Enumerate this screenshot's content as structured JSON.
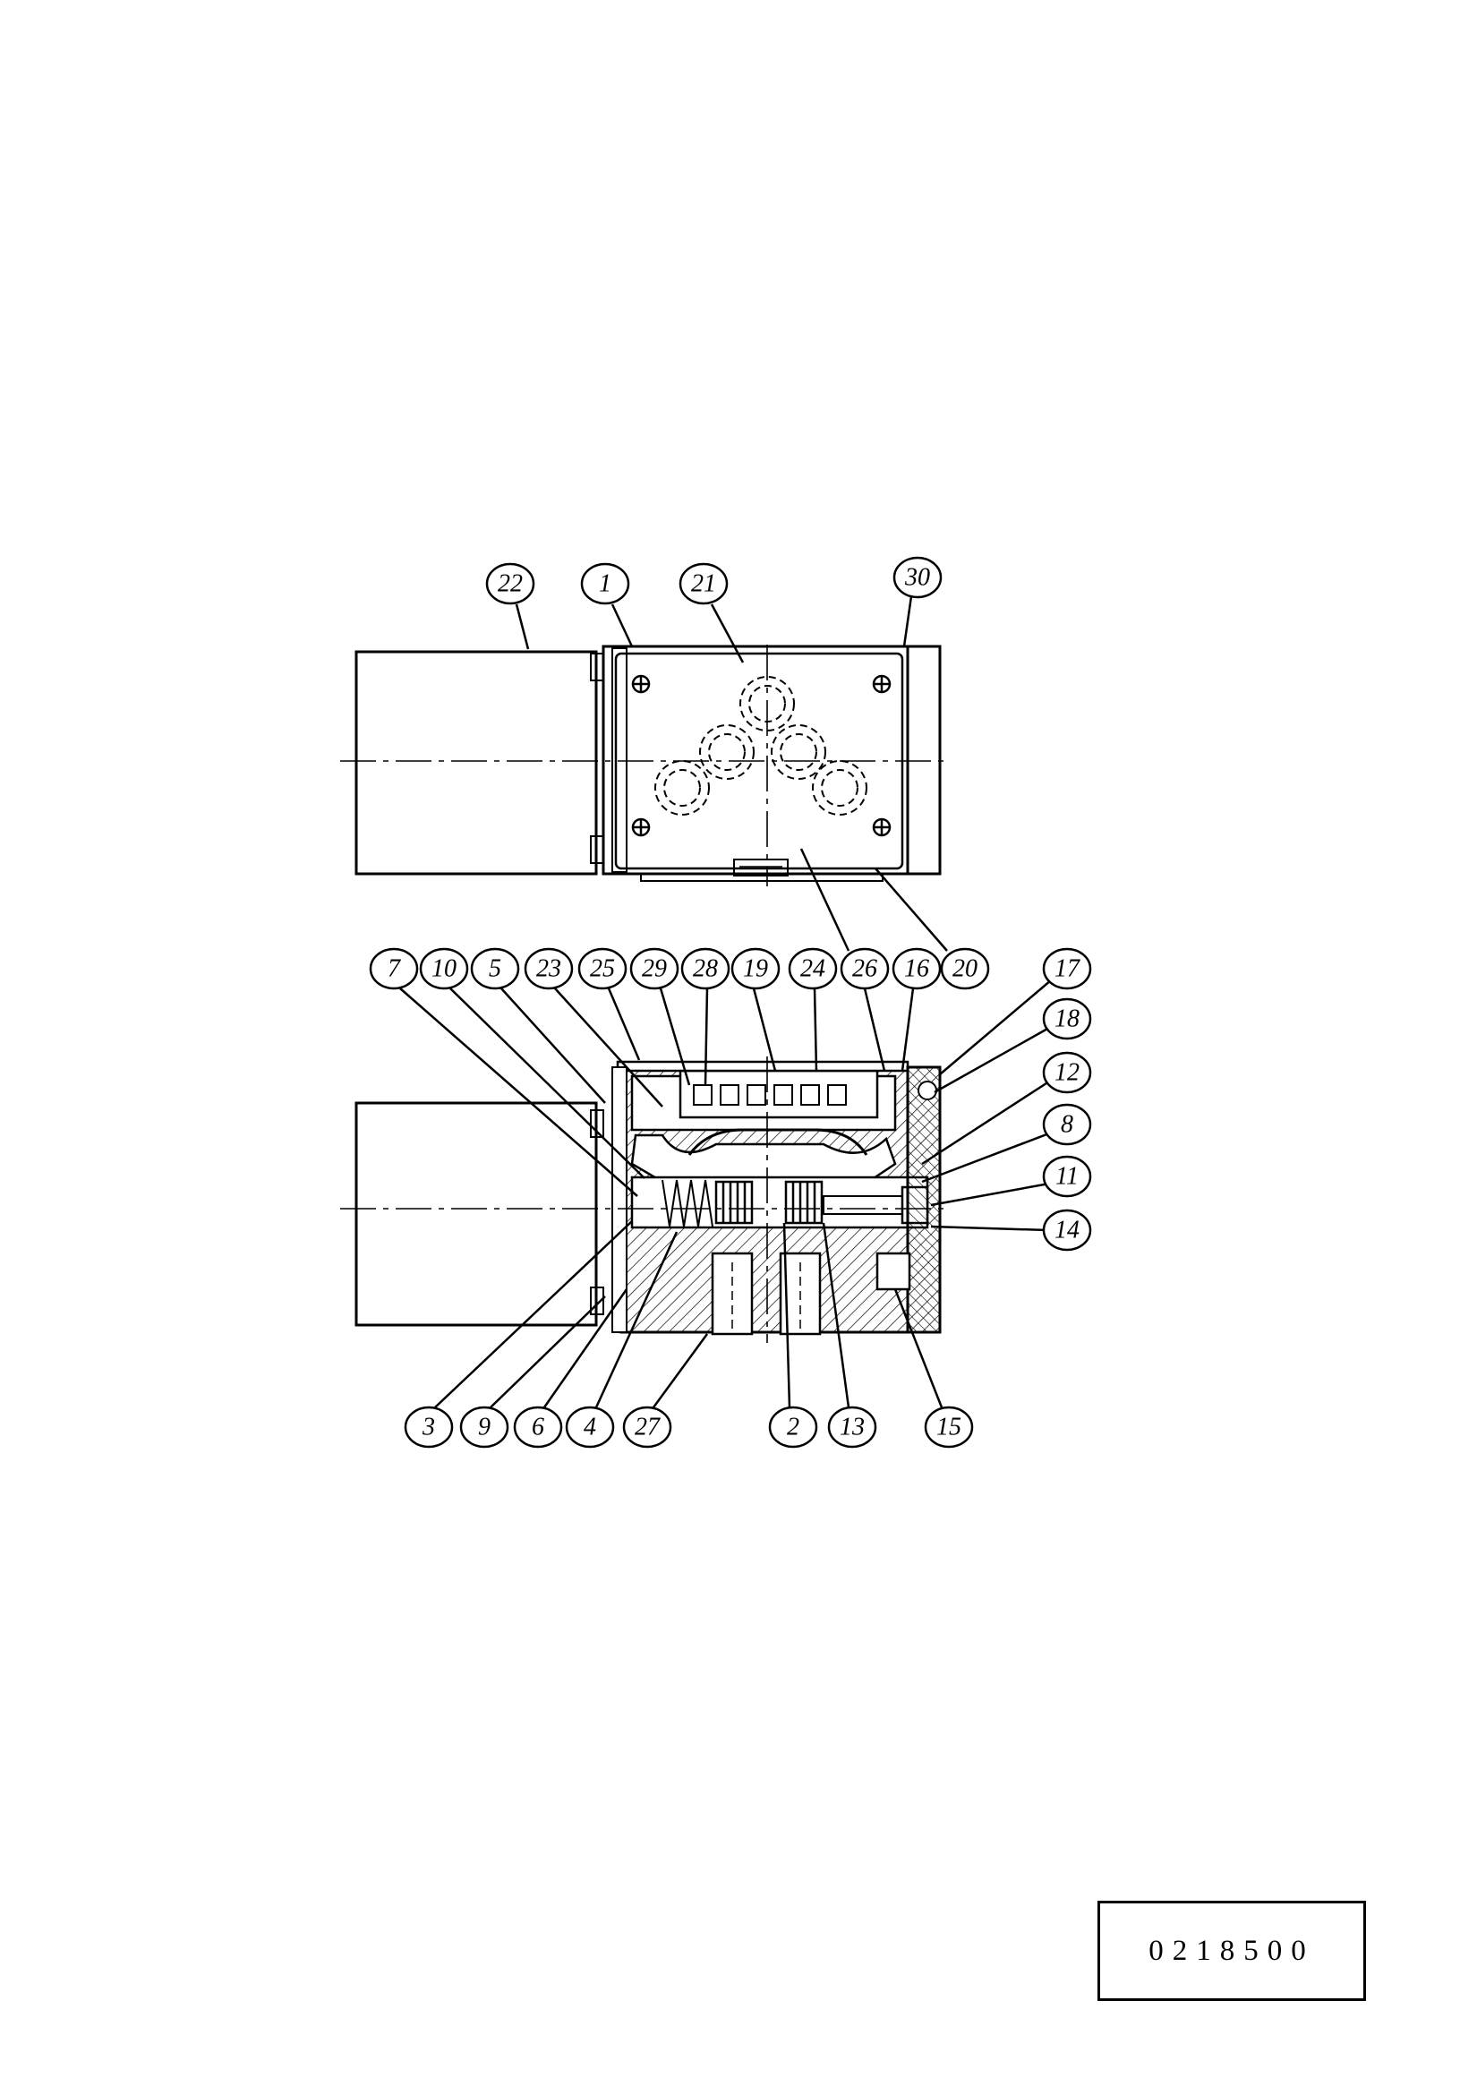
{
  "document_number": "0218500",
  "top_view": {
    "callouts": [
      {
        "id": "22"
      },
      {
        "id": "1"
      },
      {
        "id": "21"
      },
      {
        "id": "30"
      },
      {
        "id": "26"
      },
      {
        "id": "20"
      }
    ]
  },
  "section_view": {
    "callouts": [
      {
        "id": "7"
      },
      {
        "id": "10"
      },
      {
        "id": "5"
      },
      {
        "id": "23"
      },
      {
        "id": "25"
      },
      {
        "id": "29"
      },
      {
        "id": "28"
      },
      {
        "id": "19"
      },
      {
        "id": "24"
      },
      {
        "id": "26"
      },
      {
        "id": "16"
      },
      {
        "id": "20"
      },
      {
        "id": "17"
      },
      {
        "id": "18"
      },
      {
        "id": "12"
      },
      {
        "id": "8"
      },
      {
        "id": "11"
      },
      {
        "id": "14"
      },
      {
        "id": "3"
      },
      {
        "id": "9"
      },
      {
        "id": "6"
      },
      {
        "id": "4"
      },
      {
        "id": "27"
      },
      {
        "id": "2"
      },
      {
        "id": "13"
      },
      {
        "id": "15"
      }
    ]
  }
}
